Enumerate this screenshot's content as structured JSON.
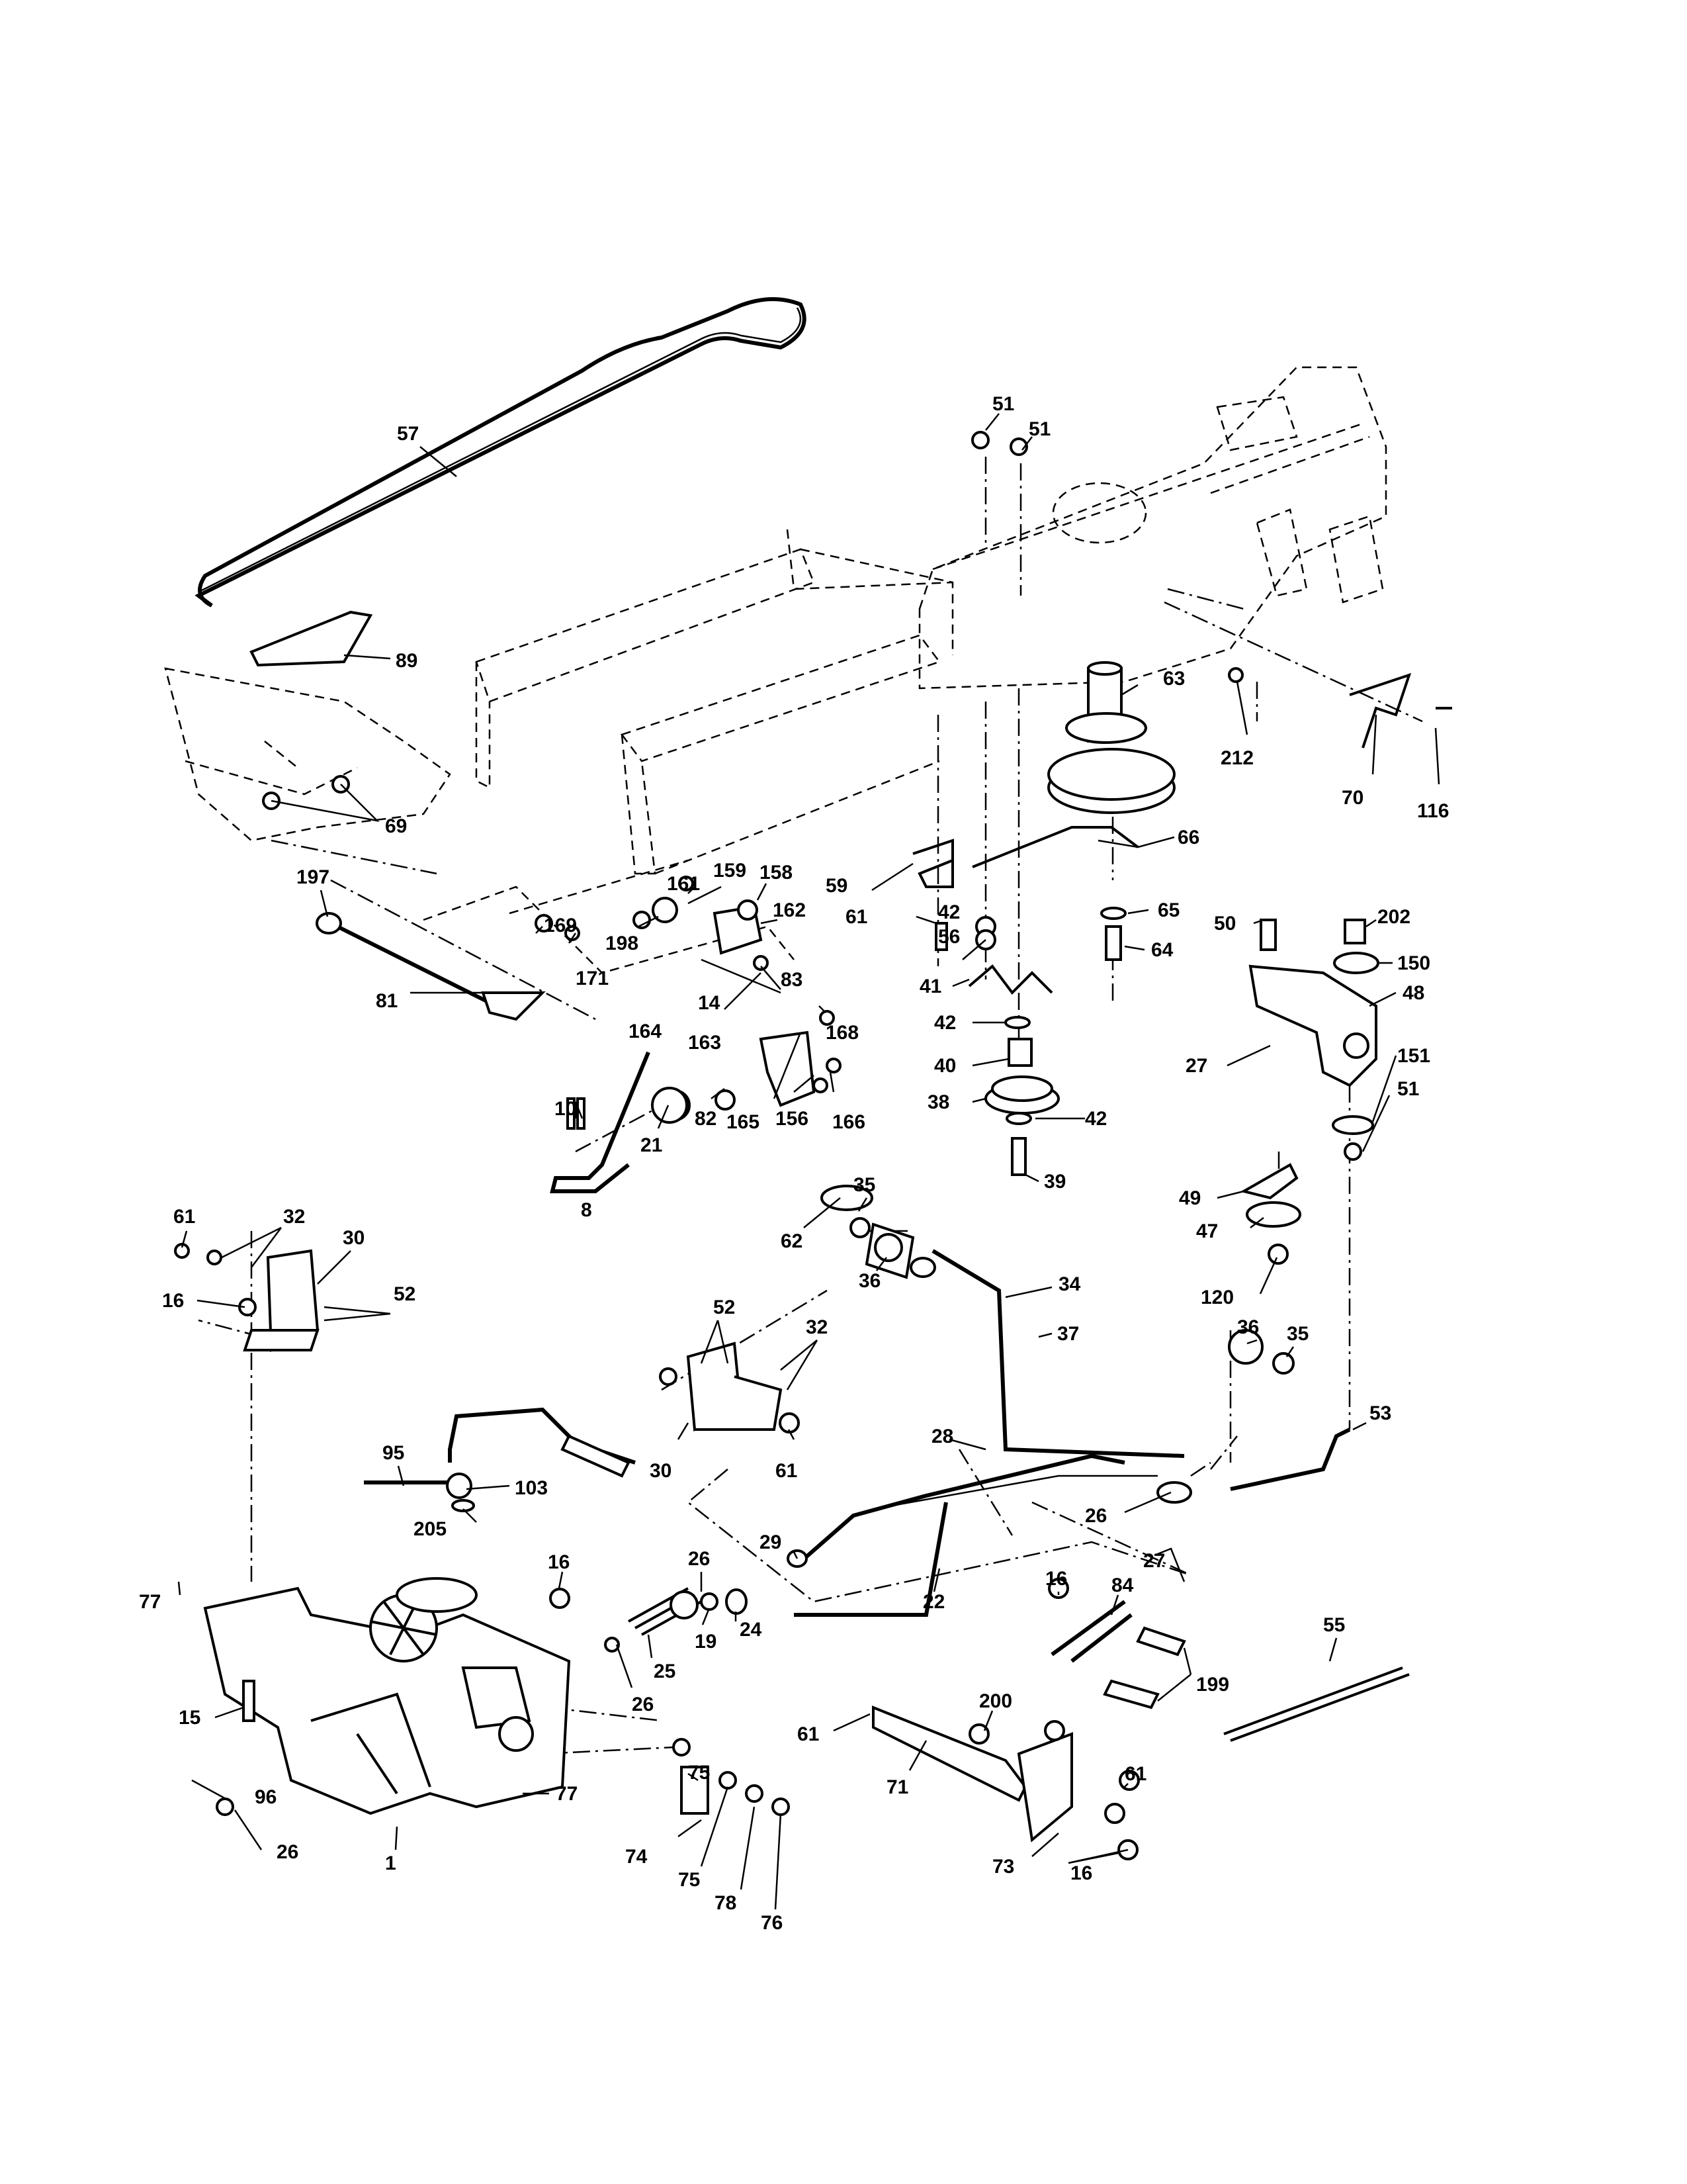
{
  "diagram": {
    "callouts": [
      {
        "id": "c57",
        "text": "57"
      },
      {
        "id": "c89",
        "text": "89"
      },
      {
        "id": "c69",
        "text": "69"
      },
      {
        "id": "c197",
        "text": "197"
      },
      {
        "id": "c81",
        "text": "81"
      },
      {
        "id": "c169",
        "text": "169"
      },
      {
        "id": "c171",
        "text": "171"
      },
      {
        "id": "c198",
        "text": "198"
      },
      {
        "id": "c161",
        "text": "161"
      },
      {
        "id": "c159",
        "text": "159"
      },
      {
        "id": "c158",
        "text": "158"
      },
      {
        "id": "c162",
        "text": "162"
      },
      {
        "id": "c14",
        "text": "14"
      },
      {
        "id": "c83",
        "text": "83"
      },
      {
        "id": "c164",
        "text": "164"
      },
      {
        "id": "c163",
        "text": "163"
      },
      {
        "id": "c168",
        "text": "168"
      },
      {
        "id": "c82",
        "text": "82"
      },
      {
        "id": "c165",
        "text": "165"
      },
      {
        "id": "c156",
        "text": "156"
      },
      {
        "id": "c166",
        "text": "166"
      },
      {
        "id": "c10",
        "text": "10"
      },
      {
        "id": "c21",
        "text": "21"
      },
      {
        "id": "c8",
        "text": "8"
      },
      {
        "id": "c51a",
        "text": "51"
      },
      {
        "id": "c51b",
        "text": "51"
      },
      {
        "id": "c59",
        "text": "59"
      },
      {
        "id": "c61a",
        "text": "61"
      },
      {
        "id": "c42a",
        "text": "42"
      },
      {
        "id": "c56",
        "text": "56"
      },
      {
        "id": "c41",
        "text": "41"
      },
      {
        "id": "c42b",
        "text": "42"
      },
      {
        "id": "c40",
        "text": "40"
      },
      {
        "id": "c38",
        "text": "38"
      },
      {
        "id": "c42c",
        "text": "42"
      },
      {
        "id": "c39",
        "text": "39"
      },
      {
        "id": "c63",
        "text": "63"
      },
      {
        "id": "c66",
        "text": "66"
      },
      {
        "id": "c65",
        "text": "65"
      },
      {
        "id": "c64",
        "text": "64"
      },
      {
        "id": "c212",
        "text": "212"
      },
      {
        "id": "c70",
        "text": "70"
      },
      {
        "id": "c116",
        "text": "116"
      },
      {
        "id": "c50",
        "text": "50"
      },
      {
        "id": "c202",
        "text": "202"
      },
      {
        "id": "c150",
        "text": "150"
      },
      {
        "id": "c48",
        "text": "48"
      },
      {
        "id": "c27a",
        "text": "27"
      },
      {
        "id": "c151",
        "text": "151"
      },
      {
        "id": "c51c",
        "text": "51"
      },
      {
        "id": "c49",
        "text": "49"
      },
      {
        "id": "c47",
        "text": "47"
      },
      {
        "id": "c120",
        "text": "120"
      },
      {
        "id": "c61b",
        "text": "61"
      },
      {
        "id": "c32a",
        "text": "32"
      },
      {
        "id": "c30a",
        "text": "30"
      },
      {
        "id": "c16a",
        "text": "16"
      },
      {
        "id": "c52a",
        "text": "52"
      },
      {
        "id": "c62",
        "text": "62"
      },
      {
        "id": "c35a",
        "text": "35"
      },
      {
        "id": "c36a",
        "text": "36"
      },
      {
        "id": "c34",
        "text": "34"
      },
      {
        "id": "c37",
        "text": "37"
      },
      {
        "id": "c36b",
        "text": "36"
      },
      {
        "id": "c35b",
        "text": "35"
      },
      {
        "id": "c53",
        "text": "53"
      },
      {
        "id": "c52b",
        "text": "52"
      },
      {
        "id": "c32b",
        "text": "32"
      },
      {
        "id": "c30b",
        "text": "30"
      },
      {
        "id": "c61c",
        "text": "61"
      },
      {
        "id": "c28",
        "text": "28"
      },
      {
        "id": "c26a",
        "text": "26"
      },
      {
        "id": "c95",
        "text": "95"
      },
      {
        "id": "c103",
        "text": "103"
      },
      {
        "id": "c205",
        "text": "205"
      },
      {
        "id": "c16b",
        "text": "16"
      },
      {
        "id": "c77a",
        "text": "77"
      },
      {
        "id": "c29",
        "text": "29"
      },
      {
        "id": "c22",
        "text": "22"
      },
      {
        "id": "c27b",
        "text": "27"
      },
      {
        "id": "c26b",
        "text": "26"
      },
      {
        "id": "c19",
        "text": "19"
      },
      {
        "id": "c24",
        "text": "24"
      },
      {
        "id": "c25",
        "text": "25"
      },
      {
        "id": "c26c",
        "text": "26"
      },
      {
        "id": "c16c",
        "text": "16"
      },
      {
        "id": "c84",
        "text": "84"
      },
      {
        "id": "c199",
        "text": "199"
      },
      {
        "id": "c55",
        "text": "55"
      },
      {
        "id": "c15",
        "text": "15"
      },
      {
        "id": "c96",
        "text": "96"
      },
      {
        "id": "c26d",
        "text": "26"
      },
      {
        "id": "c1",
        "text": "1"
      },
      {
        "id": "c77b",
        "text": "77"
      },
      {
        "id": "c75a",
        "text": "75"
      },
      {
        "id": "c74",
        "text": "74"
      },
      {
        "id": "c75b",
        "text": "75"
      },
      {
        "id": "c78",
        "text": "78"
      },
      {
        "id": "c76",
        "text": "76"
      },
      {
        "id": "c61d",
        "text": "61"
      },
      {
        "id": "c200",
        "text": "200"
      },
      {
        "id": "c71",
        "text": "71"
      },
      {
        "id": "c61e",
        "text": "61"
      },
      {
        "id": "c73",
        "text": "73"
      },
      {
        "id": "c16d",
        "text": "16"
      }
    ]
  }
}
